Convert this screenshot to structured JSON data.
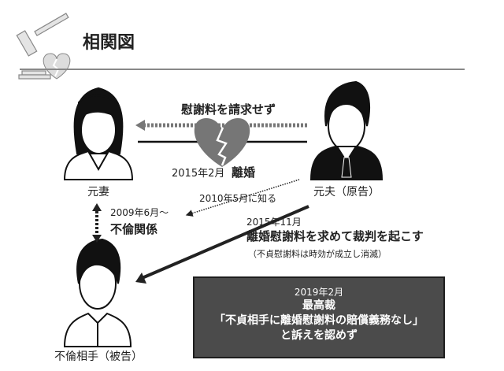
{
  "header": {
    "title": "相関図",
    "icon": "gavel-broken-heart-icon"
  },
  "people": {
    "wife": "元妻",
    "husband": "元夫（原告）",
    "partner": "不倫相手（被告）"
  },
  "relations": {
    "no_claim": "慰謝料を請求せず",
    "divorce_date": "2015年2月",
    "divorce": "離婚",
    "learned": "2010年5月に知る",
    "affair_since": "2009年6月～",
    "affair": "不倫関係",
    "lawsuit_date": "2015年11月",
    "lawsuit": "離婚慰謝料を求めて裁判を起こす",
    "lawsuit_note": "（不貞慰謝料は時効が成立し消滅）"
  },
  "verdict": {
    "date": "2019年2月",
    "court": "最高裁",
    "quote": "「不貞相手に離婚慰謝料の賠償義務なし」",
    "result": "と訴えを認めず"
  },
  "colors": {
    "box": "#4b4b4b",
    "heart": "#767676",
    "divider": "#888888"
  }
}
